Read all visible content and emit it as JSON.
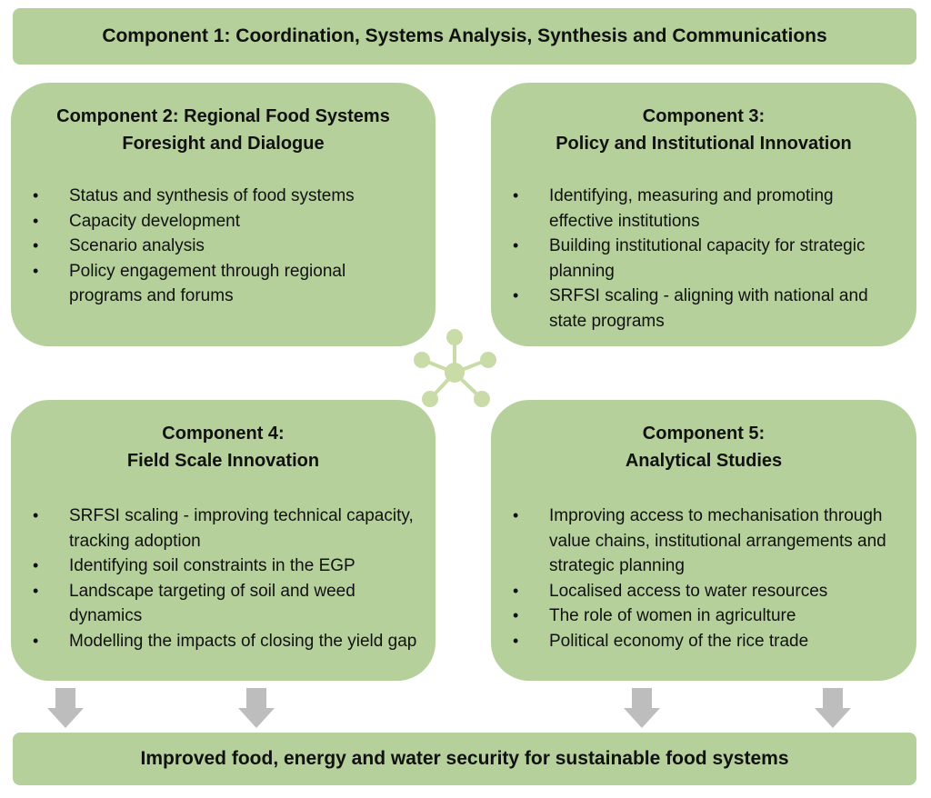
{
  "header": {
    "label": "Component 1: Coordination, Systems Analysis, Synthesis and Communications"
  },
  "components": [
    {
      "title_lines": [
        "Component  2: Regional Food Systems",
        "Foresight and Dialogue"
      ],
      "items": [
        "Status and synthesis of food systems",
        "Capacity development",
        "Scenario analysis",
        "Policy engagement through regional programs and forums"
      ]
    },
    {
      "title_lines": [
        "Component 3:",
        "Policy and Institutional Innovation"
      ],
      "items": [
        "Identifying, measuring and promoting effective institutions",
        "Building institutional capacity for strategic planning",
        "SRFSI scaling - aligning with national and state programs"
      ]
    },
    {
      "title_lines": [
        "Component 4:",
        "Field Scale Innovation"
      ],
      "items": [
        "SRFSI scaling - improving technical capacity, tracking adoption",
        "Identifying soil constraints in the EGP",
        "Landscape targeting of soil and weed dynamics",
        "Modelling the impacts of closing the yield gap"
      ]
    },
    {
      "title_lines": [
        "Component 5:",
        "Analytical Studies"
      ],
      "items": [
        "Improving access to mechanisation through value chains, institutional arrangements and strategic planning",
        "Localised access to water resources",
        "The role of women in agriculture",
        "Political economy of the rice trade"
      ]
    }
  ],
  "footer": {
    "label": "Improved food, energy and water security for sustainable food systems"
  },
  "bullet_glyph": "•",
  "colors": {
    "box_fill": "#b5d09b",
    "arrow": "#bdbdbd",
    "hub_icon": "#c9dca8"
  },
  "center_icon": "network-hub-icon",
  "arrow_icon": "down-arrow-icon"
}
